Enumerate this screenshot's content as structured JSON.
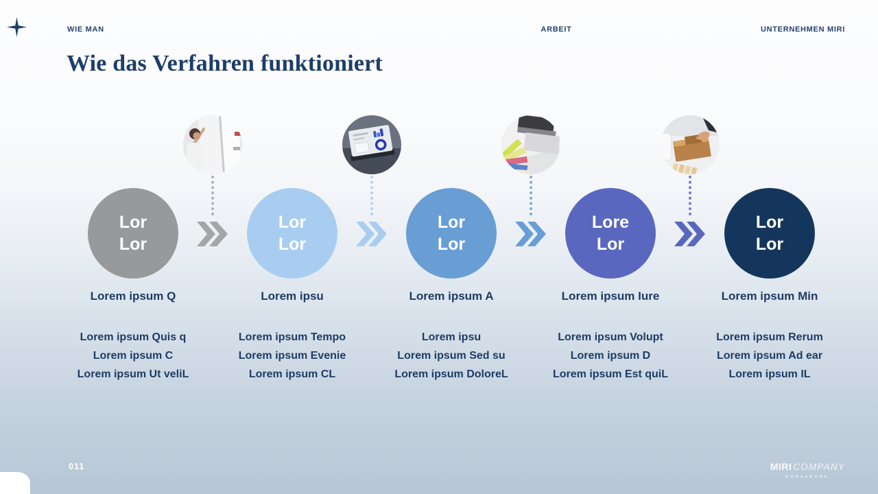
{
  "slide": {
    "header": {
      "left_label": "WIE MAN",
      "center_label": "ARBEIT",
      "right_label": "UNTERNEHMEN MIRI"
    },
    "title": "Wie das Verfahren funktioniert",
    "page_number": "011",
    "logo": {
      "primary": "MIRI",
      "secondary": "COMPANY"
    }
  },
  "steps": [
    {
      "circle_text_line1": "Lor",
      "circle_text_line2": "Lor",
      "label": "Lorem ipsum Q",
      "description_lines": [
        "Lorem ipsum Quis q",
        "Lorem ipsum C",
        "Lorem ipsum Ut veliL"
      ],
      "circle_color": "#98999b"
    },
    {
      "circle_text_line1": "Lor",
      "circle_text_line2": "Lor",
      "label": "Lorem ipsu",
      "description_lines": [
        "Lorem ipsum Tempo",
        "Lorem ipsum Evenie",
        "Lorem ipsum CL"
      ],
      "circle_color": "#a9cdf1"
    },
    {
      "circle_text_line1": "Lor",
      "circle_text_line2": "Lor",
      "label": "Lorem ipsum A",
      "description_lines": [
        "Lorem ipsu",
        "Lorem ipsum Sed su",
        "Lorem ipsum DoloreL"
      ],
      "circle_color": "#689ed4"
    },
    {
      "circle_text_line1": "Lore",
      "circle_text_line2": "Lor",
      "label": "Lorem ipsum Iure",
      "description_lines": [
        "Lorem ipsum Volupt",
        "Lorem ipsum D",
        "Lorem ipsum Est quiL"
      ],
      "circle_color": "#5a67be"
    },
    {
      "circle_text_line1": "Lor",
      "circle_text_line2": "Lor",
      "label": "Lorem ipsum Min",
      "description_lines": [
        "Lorem ipsum Rerum",
        "Lorem ipsum Ad ear",
        "Lorem ipsum IL"
      ],
      "circle_color": "#15365c"
    }
  ],
  "connectors": [
    {
      "color": "#a4a5a7",
      "photo": "presenter-at-whiteboard"
    },
    {
      "color": "#a9cdf1",
      "photo": "tablet-with-charts"
    },
    {
      "color": "#689ed4",
      "photo": "printer-color-swatches"
    },
    {
      "color": "#5a67be",
      "photo": "hand-with-wood-samples"
    }
  ],
  "colors": {
    "header_text": "#24416c",
    "title_text": "#1d3e69",
    "body_text": "#1d3c64",
    "background_bottom": "#b7c6d6"
  }
}
